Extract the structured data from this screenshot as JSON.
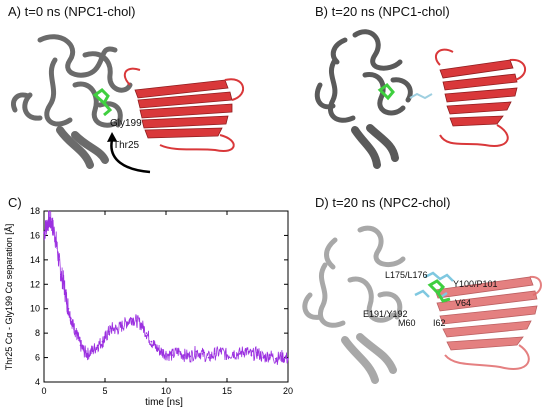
{
  "panels": {
    "a": {
      "label": "A) t=0 ns (NPC1-chol)",
      "annotations": {
        "gly": "Gly199",
        "thr": "Thr25"
      }
    },
    "b": {
      "label": "B) t=20 ns (NPC1-chol)"
    },
    "c": {
      "label": "C)"
    },
    "d": {
      "label": "D) t=20 ns (NPC2-chol)",
      "residues": [
        "L175/L176",
        "Y100/P101",
        "V64",
        "E191/Y192",
        "M60",
        "I62"
      ]
    }
  },
  "colors": {
    "npc1": "#6b6b6b",
    "npc2": "#d9383a",
    "ligand": "#3fcf3f",
    "trace": "#9b30e0",
    "arrow": "#000000"
  },
  "chart_data": {
    "type": "line",
    "title": "",
    "xlabel": "time [ns]",
    "ylabel": "Thr25 Cα - Gly199 Cα separation [Å]",
    "xlim": [
      0,
      20
    ],
    "ylim": [
      4,
      18
    ],
    "xticks": [
      0,
      5,
      10,
      15,
      20
    ],
    "yticks": [
      4,
      6,
      8,
      10,
      12,
      14,
      16,
      18
    ],
    "grid": false,
    "series": [
      {
        "values": [
          [
            0.0,
            16.2
          ],
          [
            0.2,
            16.8
          ],
          [
            0.4,
            17.3
          ],
          [
            0.6,
            17.1
          ],
          [
            0.8,
            16.4
          ],
          [
            1.0,
            15.5
          ],
          [
            1.2,
            14.0
          ],
          [
            1.4,
            12.8
          ],
          [
            1.6,
            12.2
          ],
          [
            1.8,
            11.0
          ],
          [
            2.0,
            10.0
          ],
          [
            2.2,
            9.2
          ],
          [
            2.4,
            8.6
          ],
          [
            2.6,
            8.1
          ],
          [
            2.8,
            7.6
          ],
          [
            3.0,
            7.0
          ],
          [
            3.3,
            6.5
          ],
          [
            3.6,
            6.3
          ],
          [
            4.0,
            6.6
          ],
          [
            4.4,
            7.0
          ],
          [
            4.8,
            7.3
          ],
          [
            5.0,
            7.6
          ],
          [
            5.3,
            8.1
          ],
          [
            5.6,
            8.4
          ],
          [
            6.0,
            8.3
          ],
          [
            6.4,
            8.6
          ],
          [
            6.8,
            8.9
          ],
          [
            7.2,
            9.2
          ],
          [
            7.6,
            9.0
          ],
          [
            8.0,
            8.7
          ],
          [
            8.4,
            8.0
          ],
          [
            8.8,
            7.3
          ],
          [
            9.2,
            6.8
          ],
          [
            9.6,
            6.5
          ],
          [
            10.0,
            6.3
          ],
          [
            10.5,
            6.2
          ],
          [
            11.0,
            6.5
          ],
          [
            11.5,
            6.2
          ],
          [
            12.0,
            6.1
          ],
          [
            12.5,
            6.5
          ],
          [
            13.0,
            6.3
          ],
          [
            13.5,
            6.0
          ],
          [
            14.0,
            6.3
          ],
          [
            14.5,
            6.5
          ],
          [
            15.0,
            6.2
          ],
          [
            15.5,
            6.4
          ],
          [
            16.0,
            6.3
          ],
          [
            16.5,
            6.6
          ],
          [
            17.0,
            6.2
          ],
          [
            17.5,
            6.4
          ],
          [
            18.0,
            6.0
          ],
          [
            18.5,
            6.2
          ],
          [
            19.0,
            5.9
          ],
          [
            19.5,
            6.1
          ],
          [
            20.0,
            5.9
          ]
        ]
      }
    ]
  }
}
